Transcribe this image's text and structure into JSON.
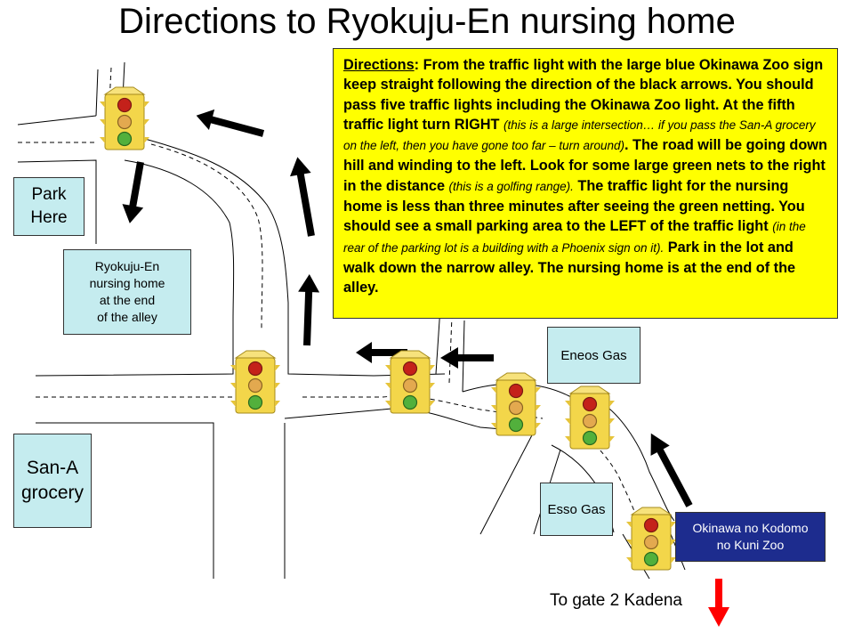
{
  "title": "Directions to Ryokuju-En nursing home",
  "labels": {
    "park_here": "Park\nHere",
    "nursing_home": "Ryokuju-En\nnursing home\nat the end\nof the alley",
    "san_a": "San-A\ngrocery",
    "eneos": "Eneos Gas",
    "esso": "Esso Gas",
    "zoo": "Okinawa no Kodomo\nno Kuni Zoo",
    "gate": "To gate 2 Kadena"
  },
  "directions": {
    "heading": "Directions",
    "p1": ":  From the traffic light with the large blue Okinawa Zoo sign keep straight following the direction of the black arrows.  You should pass five traffic lights including the Okinawa Zoo light.  At the fifth traffic light turn RIGHT ",
    "i1": "(this is a large intersection… if you pass the San-A grocery on the left, then you have gone too far – turn around)",
    "p2": ".  The road will be going down hill and winding to the left.  Look for some large green nets to the right in the distance ",
    "i2": "(this is a golfing range).",
    "p3": "  The traffic light for the nursing home is less than three minutes after seeing the green netting.  You should see a small parking area to the LEFT of the traffic light ",
    "i3": "(in the rear of the parking lot is a building with a Phoenix sign on it).",
    "p4": "  Park in the lot and walk down the narrow alley.  The nursing home is at the end of the alley."
  },
  "colors": {
    "info_box": "#c5ecef",
    "zoo_sign": "#1d2c8e",
    "directions_box": "#ffff00",
    "route_arrow": "#000000",
    "gate_arrow": "#ff0000"
  },
  "icons": [
    "traffic-light-icon",
    "route-arrow-icon",
    "gate-arrow-icon"
  ]
}
